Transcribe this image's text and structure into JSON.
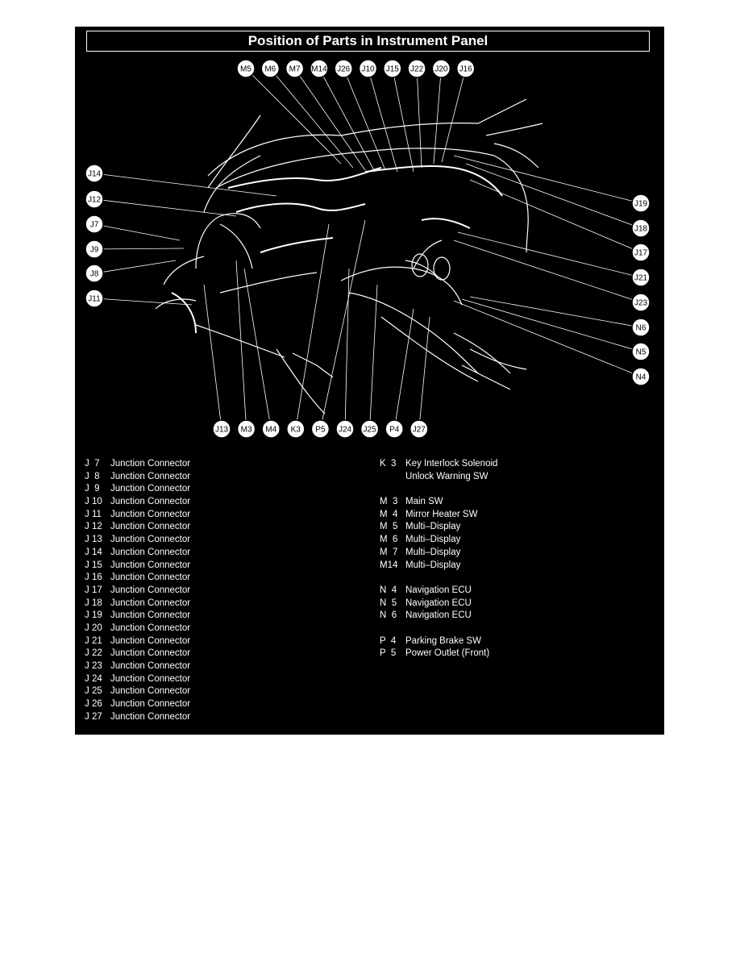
{
  "title": "Position of Parts in Instrument Panel",
  "colors": {
    "background": "#000000",
    "foreground": "#ffffff",
    "page": "#ffffff"
  },
  "callouts_top": [
    "M5",
    "M6",
    "M7",
    "M14",
    "J26",
    "J10",
    "J15",
    "J22",
    "J20",
    "J16"
  ],
  "callouts_left": [
    "J14",
    "J12",
    "J7",
    "J9",
    "J8",
    "J11"
  ],
  "callouts_right": [
    "J19",
    "J18",
    "J17",
    "J21",
    "J23",
    "N6",
    "N5",
    "N4"
  ],
  "callouts_bottom": [
    "J13",
    "M3",
    "M4",
    "K3",
    "P5",
    "J24",
    "J25",
    "P4",
    "J27"
  ],
  "legend_left": [
    {
      "code": "J  7",
      "name": "Junction Connector"
    },
    {
      "code": "J  8",
      "name": "Junction Connector"
    },
    {
      "code": "J  9",
      "name": "Junction Connector"
    },
    {
      "code": "J 10",
      "name": "Junction Connector"
    },
    {
      "code": "J 11",
      "name": "Junction Connector"
    },
    {
      "code": "J 12",
      "name": "Junction Connector"
    },
    {
      "code": "J 13",
      "name": "Junction Connector"
    },
    {
      "code": "J 14",
      "name": "Junction Connector"
    },
    {
      "code": "J 15",
      "name": "Junction Connector"
    },
    {
      "code": "J 16",
      "name": "Junction Connector"
    },
    {
      "code": "J 17",
      "name": "Junction Connector"
    },
    {
      "code": "J 18",
      "name": "Junction Connector"
    },
    {
      "code": "J 19",
      "name": "Junction Connector"
    },
    {
      "code": "J 20",
      "name": "Junction Connector"
    },
    {
      "code": "J 21",
      "name": "Junction Connector"
    },
    {
      "code": "J 22",
      "name": "Junction Connector"
    },
    {
      "code": "J 23",
      "name": "Junction Connector"
    },
    {
      "code": "J 24",
      "name": "Junction Connector"
    },
    {
      "code": "J 25",
      "name": "Junction Connector"
    },
    {
      "code": "J 26",
      "name": "Junction Connector"
    },
    {
      "code": "J 27",
      "name": "Junction Connector"
    }
  ],
  "legend_right": [
    {
      "code": "K  3",
      "name": "Key Interlock Solenoid"
    },
    {
      "code": "",
      "name": "Unlock Warning SW"
    },
    {
      "code": "",
      "name": ""
    },
    {
      "code": "M  3",
      "name": "Main SW"
    },
    {
      "code": "M  4",
      "name": "Mirror Heater SW"
    },
    {
      "code": "M  5",
      "name": "Multi–Display"
    },
    {
      "code": "M  6",
      "name": "Multi–Display"
    },
    {
      "code": "M  7",
      "name": "Multi–Display"
    },
    {
      "code": "M14",
      "name": "Multi–Display"
    },
    {
      "code": "",
      "name": ""
    },
    {
      "code": "N  4",
      "name": "Navigation ECU"
    },
    {
      "code": "N  5",
      "name": "Navigation ECU"
    },
    {
      "code": "N  6",
      "name": "Navigation ECU"
    },
    {
      "code": "",
      "name": ""
    },
    {
      "code": "P  4",
      "name": "Parking Brake SW"
    },
    {
      "code": "P  5",
      "name": "Power Outlet (Front)"
    }
  ]
}
